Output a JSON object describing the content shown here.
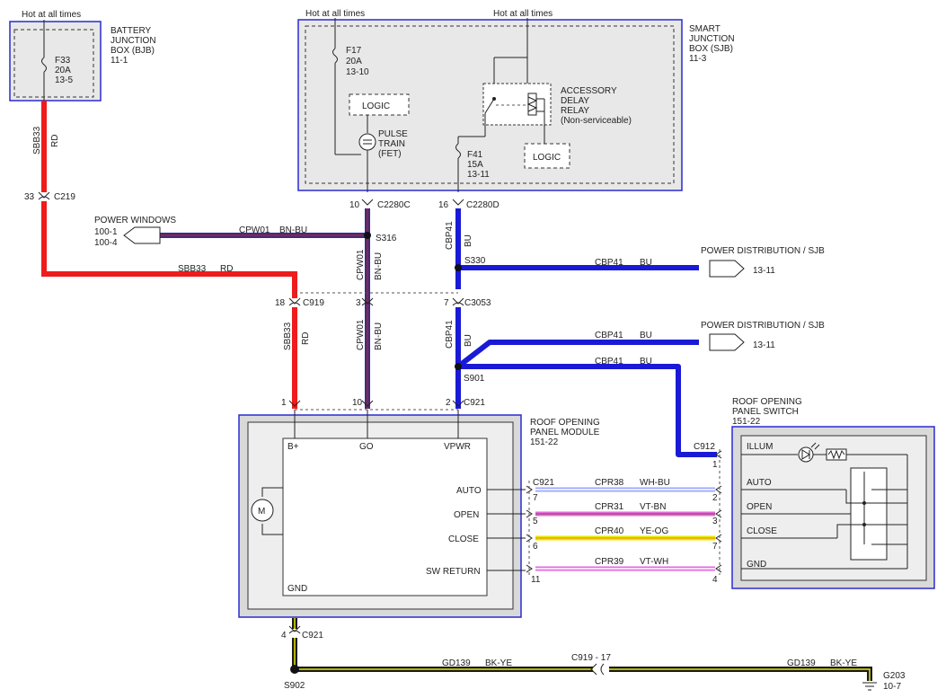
{
  "colors": {
    "rd": "#ee1c1c",
    "bu": "#1a1ad6",
    "bn_bu_outer": "#2b2bb0",
    "bn_bu_inner": "#8b2a2a",
    "wh_bu": "#9aa8ff",
    "vt_bn": "#e36ae3",
    "ye_og": "#e6e600",
    "vt_wh": "#e36ae3",
    "bk_ye": "#1a1a1a",
    "module_border": "#2a2ad0"
  },
  "bjb": {
    "hot": "Hot at all times",
    "title": [
      "BATTERY",
      "JUNCTION",
      "BOX (BJB)",
      "11-1"
    ],
    "fuse": [
      "F33",
      "20A",
      "13-5"
    ]
  },
  "sjb": {
    "hot1": "Hot at all times",
    "hot2": "Hot at all times",
    "title": [
      "SMART",
      "JUNCTION",
      "BOX (SJB)",
      "11-3"
    ],
    "f17": [
      "F17",
      "20A",
      "13-10"
    ],
    "logic1": "LOGIC",
    "pulse": [
      "PULSE",
      "TRAIN",
      "(FET)"
    ],
    "relay": [
      "ACCESSORY",
      "DELAY",
      "RELAY",
      "(Non-serviceable)"
    ],
    "f41": [
      "F41",
      "15A",
      "13-11"
    ],
    "logic2": "LOGIC"
  },
  "connectors": {
    "c219_pin": "33",
    "c219": "C219",
    "c2280c_pin": "10",
    "c2280c": "C2280C",
    "c2280d_pin": "16",
    "c2280d": "C2280D",
    "s316": "S316",
    "s330": "S330",
    "c919_pin": "18",
    "c919": "C919",
    "c3053_pin3": "3",
    "c3053_pin7": "7",
    "c3053": "C3053",
    "s901": "S901",
    "c921_pin1": "1",
    "c921_pin10": "10",
    "c921_pin2": "2",
    "c921": "C921",
    "c912": "C912",
    "c912_pin1": "1",
    "c921_left": "C921",
    "gnd_pin": "4",
    "gnd_c921": "C921",
    "s902": "S902",
    "c919_17": "C919 - 17",
    "g203": [
      "G203",
      "10-7"
    ]
  },
  "wires": {
    "sbb33_v": [
      "SBB33",
      "RD"
    ],
    "sbb33_h": [
      "SBB33",
      "RD"
    ],
    "cpw01_h": [
      "CPW01",
      "BN-BU"
    ],
    "cpw01_v1": [
      "CPW01",
      "BN-BU"
    ],
    "cbp41_v1": [
      "CBP41",
      "BU"
    ],
    "cbp41_h1": [
      "CBP41",
      "BU"
    ],
    "sbb33_v2": [
      "SBB33",
      "RD"
    ],
    "cpw01_v2": [
      "CPW01",
      "BN-BU"
    ],
    "cbp41_v2": [
      "CBP41",
      "BU"
    ],
    "cbp41_h2": [
      "CBP41",
      "BU"
    ],
    "cbp41_h3": [
      "CBP41",
      "BU"
    ],
    "cpr38": [
      "CPR38",
      "WH-BU"
    ],
    "cpr31": [
      "CPR31",
      "VT-BN"
    ],
    "cpr40": [
      "CPR40",
      "YE-OG"
    ],
    "cpr39": [
      "CPR39",
      "VT-WH"
    ],
    "gd139_l": [
      "GD139",
      "BK-YE"
    ],
    "gd139_r": [
      "GD139",
      "BK-YE"
    ]
  },
  "power_windows": {
    "label": "POWER WINDOWS",
    "refs": [
      "100-1",
      "100-4"
    ]
  },
  "pd1": {
    "label": "POWER DISTRIBUTION / SJB",
    "ref": "13-11"
  },
  "pd2": {
    "label": "POWER DISTRIBUTION / SJB",
    "ref": "13-11"
  },
  "module": {
    "title": [
      "ROOF OPENING",
      "PANEL MODULE",
      "151-22"
    ],
    "bplus": "B+",
    "go": "GO",
    "vpwr": "VPWR",
    "auto": "AUTO",
    "open": "OPEN",
    "close": "CLOSE",
    "swret": "SW RETURN",
    "gnd": "GND",
    "motor": "M"
  },
  "switch": {
    "title": [
      "ROOF OPENING",
      "PANEL SWITCH",
      "151-22"
    ],
    "illum": "ILLUM",
    "auto": "AUTO",
    "open": "OPEN",
    "close": "CLOSE",
    "gnd": "GND"
  },
  "pins_left": {
    "auto": "7",
    "open": "5",
    "close": "6",
    "swret": "11"
  },
  "pins_right": {
    "auto": "2",
    "open": "3",
    "close": "7",
    "gnd": "4"
  }
}
